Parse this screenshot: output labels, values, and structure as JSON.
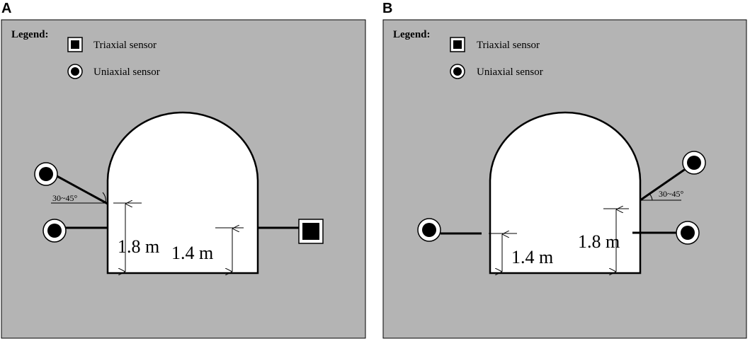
{
  "panels": [
    {
      "letter": "A",
      "legend_title": "Legend:",
      "legend_triaxial": "Triaxial sensor",
      "legend_uniaxial": "Uniaxial sensor",
      "angle_label": "30~45°",
      "dim_small": "1.8 m",
      "dim_large": "1.4 m"
    },
    {
      "letter": "B",
      "legend_title": "Legend:",
      "legend_triaxial": "Triaxial sensor",
      "legend_uniaxial": "Uniaxial sensor",
      "angle_label": "30~45°",
      "dim_small": "1.8 m",
      "dim_large": "1.4 m"
    }
  ],
  "colors": {
    "background": "#b4b4b4",
    "tunnel": "#ffffff",
    "stroke": "#000000"
  }
}
